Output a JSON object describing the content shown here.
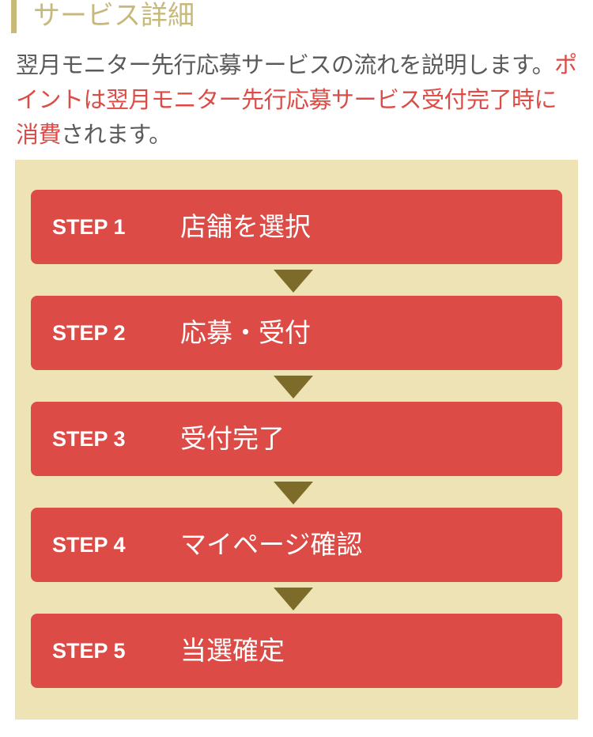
{
  "section": {
    "title": "サービス詳細"
  },
  "description": {
    "part1": "翌月モニター先行応募サービスの流れを説明します。",
    "highlight": "ポイントは翌月モニター先行応募サービス受付完了時に消費",
    "part2": "されます。"
  },
  "steps": [
    {
      "number": "STEP 1",
      "label": "店舗を選択"
    },
    {
      "number": "STEP 2",
      "label": "応募・受付"
    },
    {
      "number": "STEP 3",
      "label": "受付完了"
    },
    {
      "number": "STEP 4",
      "label": "マイページ確認"
    },
    {
      "number": "STEP 5",
      "label": "当選確定"
    }
  ],
  "colors": {
    "accent": "#dc4b46",
    "gold": "#c7b97a",
    "panel": "#ede3b5",
    "arrow": "#7d6b2a"
  }
}
